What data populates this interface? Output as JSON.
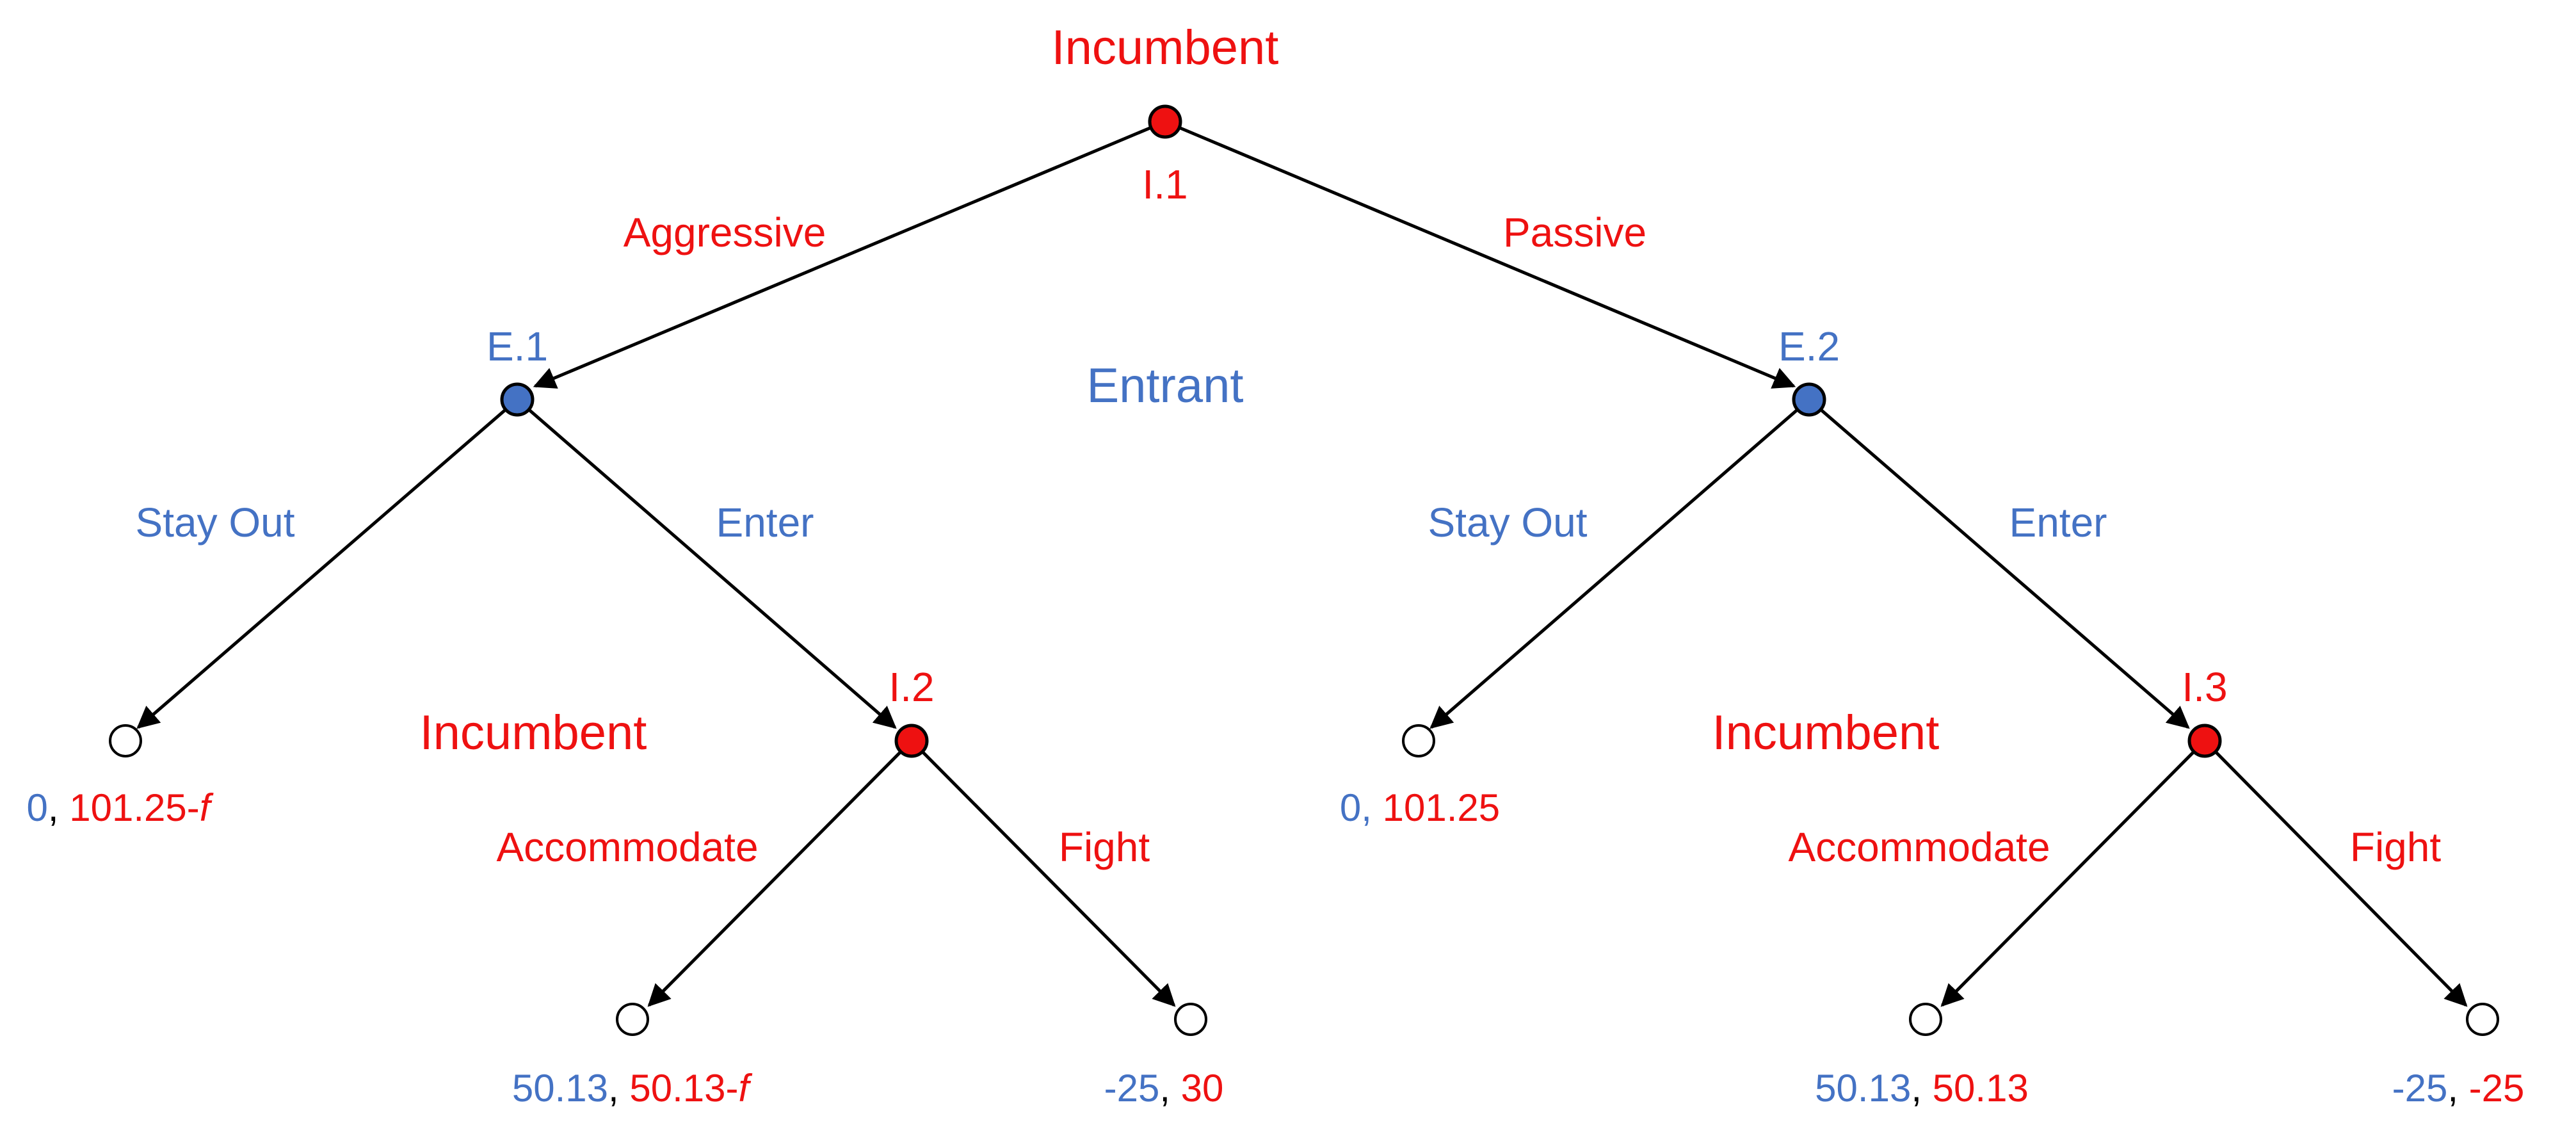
{
  "colors": {
    "incumbent": "#ee1111",
    "entrant": "#4472c4",
    "neutral": "#000000",
    "terminal_fill": "#ffffff"
  },
  "players": {
    "incumbent_top": "Incumbent",
    "entrant_mid": "Entrant",
    "incumbent_left": "Incumbent",
    "incumbent_right": "Incumbent"
  },
  "nodes": {
    "i1": "I.1",
    "e1": "E.1",
    "e2": "E.2",
    "i2": "I.2",
    "i3": "I.3"
  },
  "actions": {
    "aggressive": "Aggressive",
    "passive": "Passive",
    "e1_stay_out": "Stay Out",
    "e1_enter": "Enter",
    "e2_stay_out": "Stay Out",
    "e2_enter": "Enter",
    "i2_accommodate": "Accommodate",
    "i2_fight": "Fight",
    "i3_accommodate": "Accommodate",
    "i3_fight": "Fight"
  },
  "payoffs": {
    "t1": {
      "entrant": "0",
      "sep": ", ",
      "incumbent": "101.25-",
      "suffix": "f"
    },
    "t2": {
      "entrant": "50.13",
      "sep": ", ",
      "incumbent": "50.13-",
      "suffix": "f"
    },
    "t3": {
      "entrant": "-25",
      "sep": ", ",
      "incumbent": "30"
    },
    "t4": {
      "entrant": "0, ",
      "incumbent": "101.25"
    },
    "t5": {
      "entrant": "50.13",
      "sep": ", ",
      "incumbent": "50.13"
    },
    "t6": {
      "entrant": "-25",
      "sep": ", ",
      "incumbent": "-25"
    }
  }
}
